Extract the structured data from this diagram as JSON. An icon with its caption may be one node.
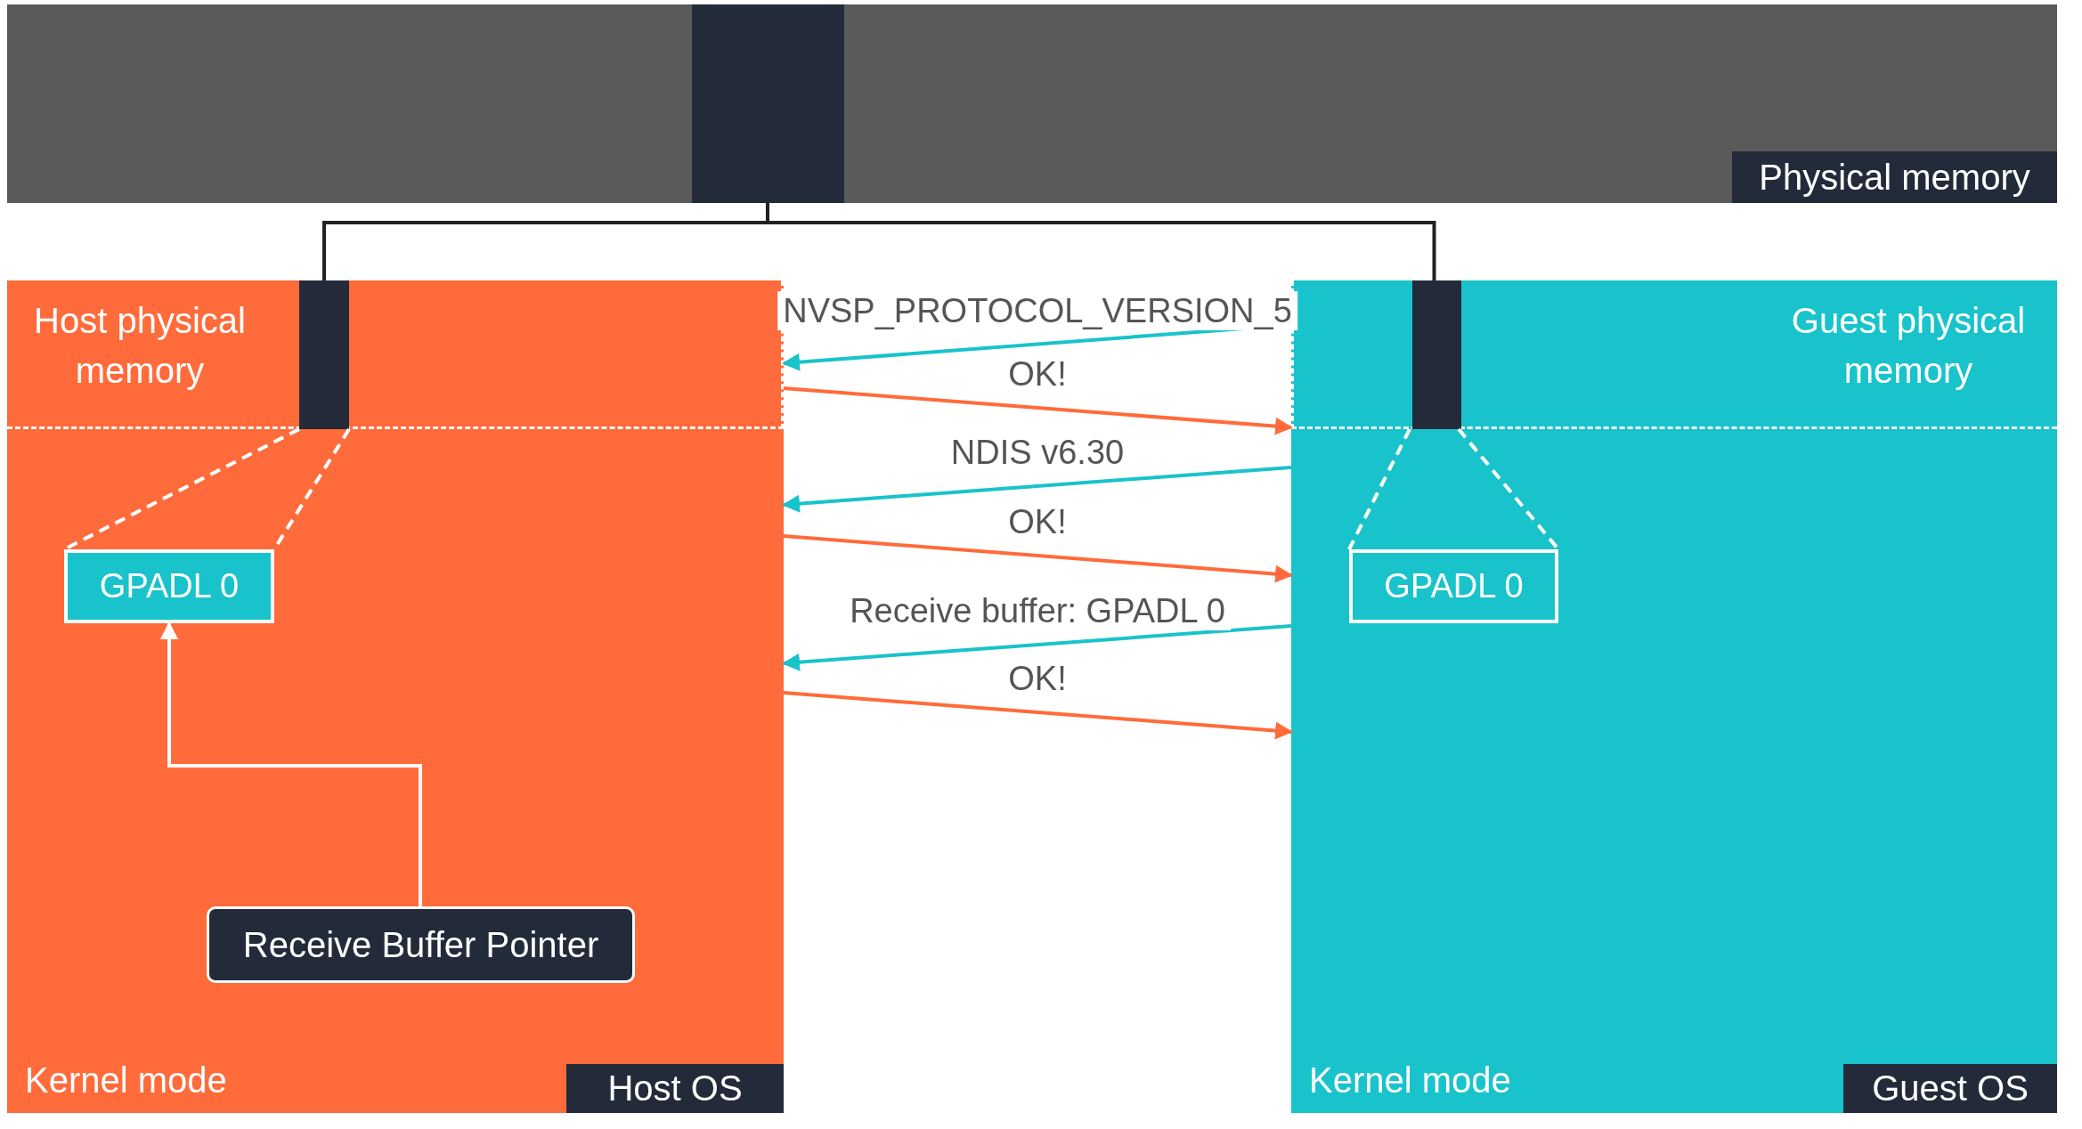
{
  "diagram": {
    "nodes": [
      {
        "text": [
          "Physical memory"
        ]
      },
      {
        "text": [],
        "shape": "box",
        "in": 0
      },
      {
        "text": [
          "Kernel mode",
          "Host OS"
        ]
      },
      {
        "text": [
          "Host physical memory"
        ],
        "in": 2
      },
      {
        "text": [],
        "shape": "box",
        "in": 3
      },
      {
        "text": [
          "GPADL 0"
        ],
        "in": 2
      },
      {
        "text": [
          "Receive Buffer Pointer"
        ],
        "in": 2
      },
      {
        "text": [
          "Kernel mode",
          "Guest OS"
        ]
      },
      {
        "text": [
          "Guest physical memory"
        ],
        "in": 7
      },
      {
        "text": [],
        "shape": "box",
        "in": 8
      },
      {
        "text": [
          "GPADL 0"
        ],
        "in": 7
      }
    ],
    "edges": [
      {
        "from": 1,
        "to": 4,
        "arrow": "none",
        "color": "#222222"
      },
      {
        "from": 1,
        "to": 9,
        "arrow": "none",
        "color": "#222222"
      },
      {
        "from": 4,
        "to": 5,
        "arrow": "none",
        "style": "dashed",
        "color": "#ffffff"
      },
      {
        "from": 9,
        "to": 10,
        "arrow": "none",
        "style": "dashed",
        "color": "#ffffff"
      },
      {
        "from": 6,
        "to": 5,
        "arrow": "to",
        "color": "#ffffff"
      },
      {
        "from": 7,
        "to": 2,
        "arrow": "to",
        "label": "NVSP_PROTOCOL_VERSION_5",
        "color": "#19c3cb"
      },
      {
        "from": 2,
        "to": 7,
        "arrow": "to",
        "label": "OK!",
        "color": "#ff6b3a"
      },
      {
        "from": 7,
        "to": 2,
        "arrow": "to",
        "label": "NDIS v6.30",
        "color": "#19c3cb"
      },
      {
        "from": 2,
        "to": 7,
        "arrow": "to",
        "label": "OK!",
        "color": "#ff6b3a"
      },
      {
        "from": 7,
        "to": 2,
        "arrow": "to",
        "label": "Receive buffer: GPADL 0",
        "color": "#19c3cb"
      },
      {
        "from": 2,
        "to": 7,
        "arrow": "to",
        "label": "OK!",
        "color": "#ff6b3a"
      },
      {
        "from": 4,
        "to": 5,
        "arrow": "none",
        "style": "dashed",
        "color": "#ffffff"
      },
      {
        "from": 9,
        "to": 10,
        "arrow": "none",
        "style": "dashed",
        "color": "#ffffff"
      }
    ]
  }
}
